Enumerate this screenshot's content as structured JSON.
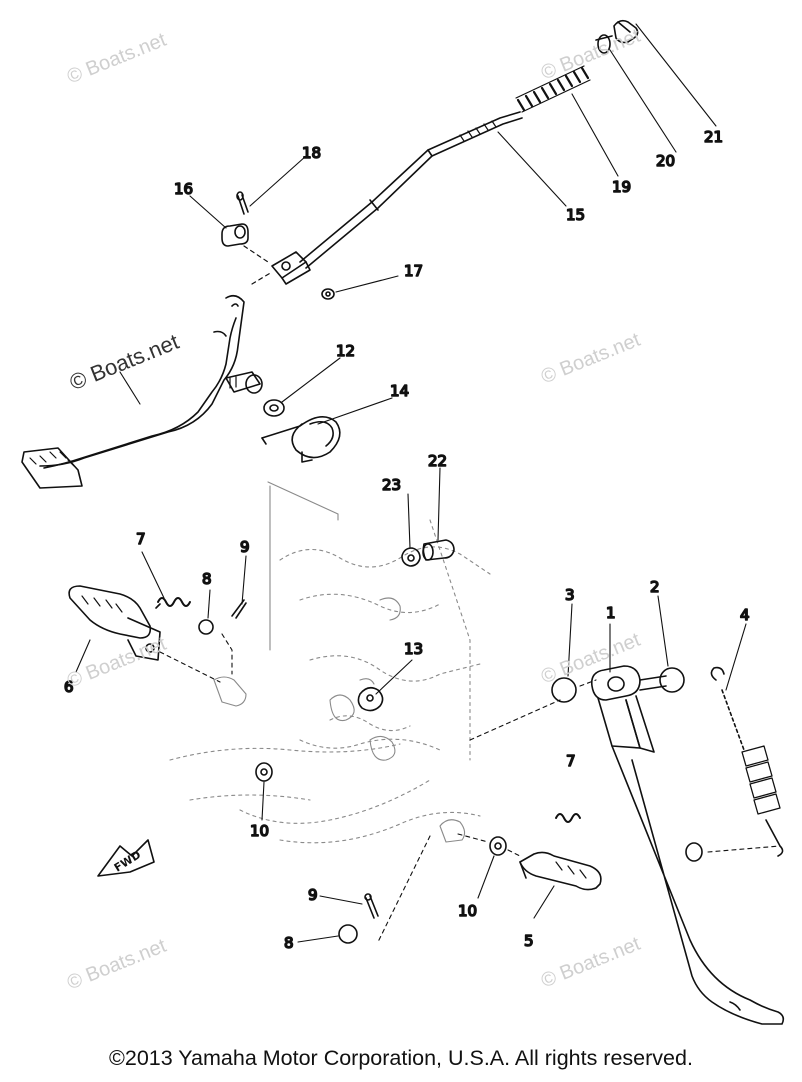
{
  "watermarks": [
    "© Boats.net",
    "© Boats.net",
    "© Boats.net",
    "© Boats.net",
    "© Boats.net",
    "© Boats.net",
    "© Boats.net",
    "© Boats.net"
  ],
  "fwd_label": "FWD",
  "callouts": {
    "c1": "1",
    "c2": "2",
    "c3": "3",
    "c4": "4",
    "c5": "5",
    "c6": "6",
    "c7a": "7",
    "c7b": "7",
    "c8a": "8",
    "c8b": "8",
    "c9a": "9",
    "c9b": "9",
    "c10a": "10",
    "c10b": "10",
    "c12": "12",
    "c13": "13",
    "c14": "14",
    "c15": "15",
    "c16": "16",
    "c17": "17",
    "c18": "18",
    "c19": "19",
    "c20": "20",
    "c21": "21",
    "c22": "22",
    "c23": "23"
  },
  "copyright": "©2013 Yamaha Motor Corporation, U.S.A. All rights reserved."
}
